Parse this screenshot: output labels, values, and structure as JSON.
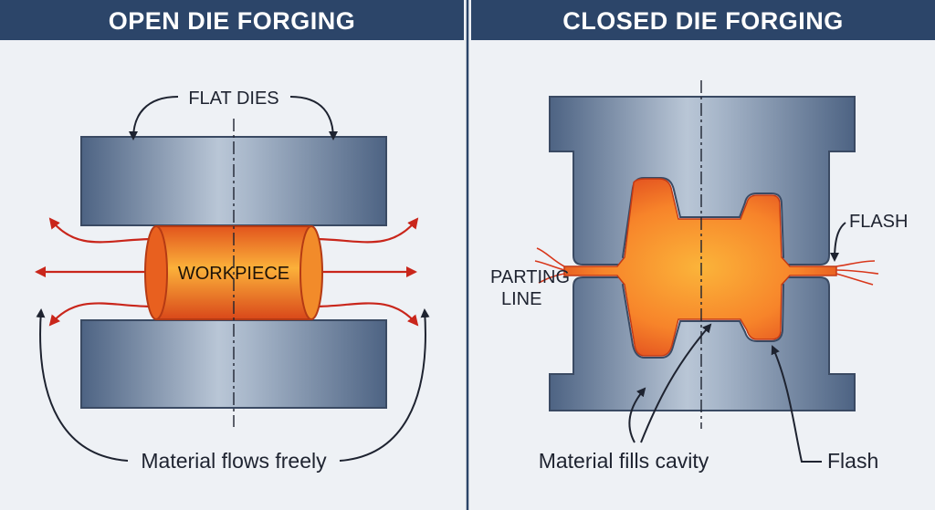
{
  "panels": {
    "open": {
      "title": "OPEN DIE FORGING",
      "labels": {
        "dies": "FLAT DIES",
        "workpiece": "WORKPIECE",
        "flow": "Material flows freely"
      }
    },
    "closed": {
      "title": "CLOSED DIE FORGING",
      "labels": {
        "flash_top": "FLASH",
        "parting_line_1": "PARTING",
        "parting_line_2": "LINE",
        "cavity": "Material fills cavity",
        "flash_bottom": "Flash"
      }
    }
  },
  "colors": {
    "header": "#2c4569",
    "divider": "#2c4569",
    "die_steel": "#5d7290",
    "workpiece_hot": "#f7a52a",
    "workpiece_edge": "#d8471a",
    "flow_arrow": "#c9261b"
  }
}
